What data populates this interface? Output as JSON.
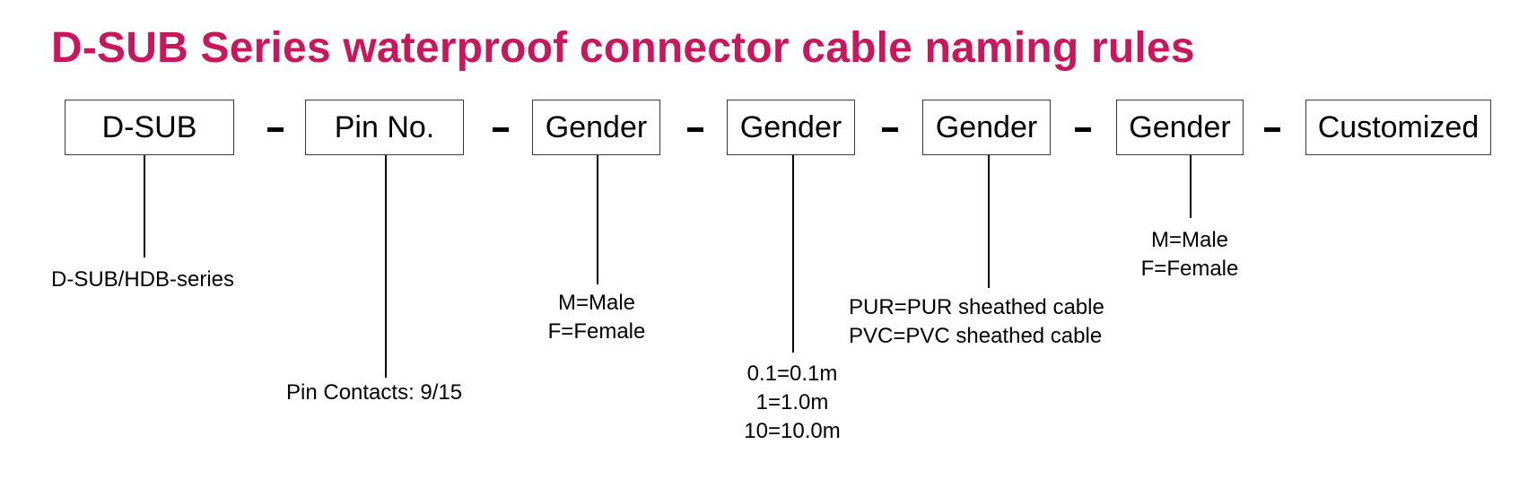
{
  "title": "D-SUB Series waterproof connector cable naming rules",
  "segments": [
    {
      "label": "D-SUB",
      "descriptions": [
        "D-SUB/HDB-series"
      ]
    },
    {
      "label": "Pin No.",
      "descriptions": [
        "Pin Contacts: 9/15"
      ]
    },
    {
      "label": "Gender",
      "descriptions": [
        "M=Male",
        "F=Female"
      ]
    },
    {
      "label": "Gender",
      "descriptions": [
        "0.1=0.1m",
        "1=1.0m",
        "10=10.0m"
      ]
    },
    {
      "label": "Gender",
      "descriptions": [
        "PUR=PUR sheathed cable",
        "PVC=PVC sheathed cable"
      ]
    },
    {
      "label": "Gender",
      "descriptions": [
        "M=Male",
        "F=Female"
      ]
    },
    {
      "label": "Customized",
      "descriptions": []
    }
  ],
  "separator": "-",
  "colors": {
    "title": "#c8175d",
    "text": "#000000",
    "border": "#3a3a3a"
  }
}
